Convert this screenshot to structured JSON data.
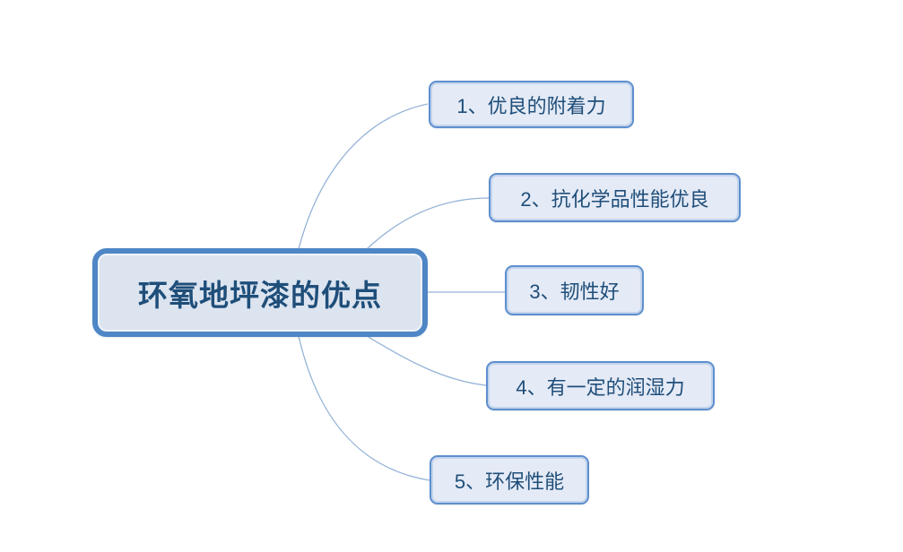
{
  "mindmap": {
    "root": {
      "label": "环氧地坪漆的优点"
    },
    "branches": [
      {
        "label": "1、优良的附着力"
      },
      {
        "label": "2、抗化学品性能优良"
      },
      {
        "label": "3、韧性好"
      },
      {
        "label": "4、有一定的润湿力"
      },
      {
        "label": "5、环保性能"
      }
    ],
    "colors": {
      "root_border": "#4e86c6",
      "root_fill": "#dce4f0",
      "branch_border": "#5e8fce",
      "branch_fill": "#e4eaf6",
      "text": "#1f4e79",
      "connector": "#95b3d7",
      "background": "#ffffff"
    }
  }
}
